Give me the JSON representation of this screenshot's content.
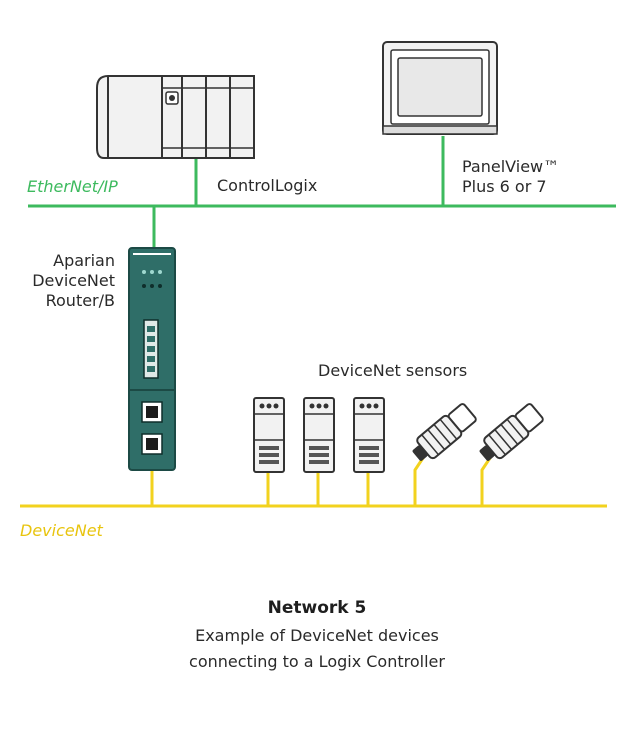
{
  "colors": {
    "ethernet": "#3dba5e",
    "devicenet": "#f2d21e",
    "router_body": "#2f6e68",
    "device_outline": "#333333",
    "device_fill": "#f2f2f2"
  },
  "networks": {
    "ethernet_label": "EtherNet/IP",
    "devicenet_label": "DeviceNet"
  },
  "devices": {
    "controllogix": "ControlLogix",
    "panelview_line1": "PanelView™",
    "panelview_line2": "Plus 6 or 7",
    "router_line1": "Aparian",
    "router_line2": "DeviceNet",
    "router_line3": "Router/B",
    "sensors": "DeviceNet sensors"
  },
  "caption": {
    "title": "Network 5",
    "line1": "Example of DeviceNet devices",
    "line2": "connecting to a Logix Controller"
  }
}
